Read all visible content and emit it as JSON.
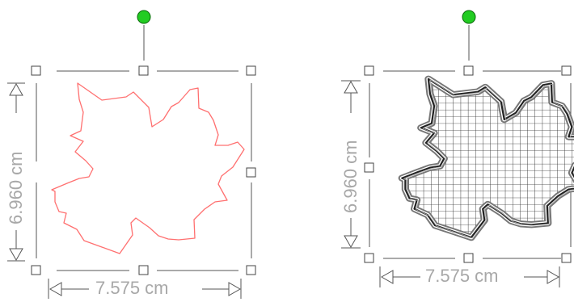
{
  "left_shape": {
    "width_label": "7.575 cm",
    "height_label": "6.960 cm",
    "outline_color": "#ff7070",
    "fill": "none"
  },
  "right_shape": {
    "width_label": "7.575 cm",
    "height_label": "6.960 cm",
    "outline_color": "#555555",
    "fill": "grid-hatch"
  },
  "colors": {
    "rotation_handle": "#22cc22",
    "guide_lines": "#555555",
    "dimension_text": "#a8a8a8"
  },
  "icons": [
    "rotation-handle-icon",
    "resize-handle-icon",
    "arrow-icon"
  ]
}
